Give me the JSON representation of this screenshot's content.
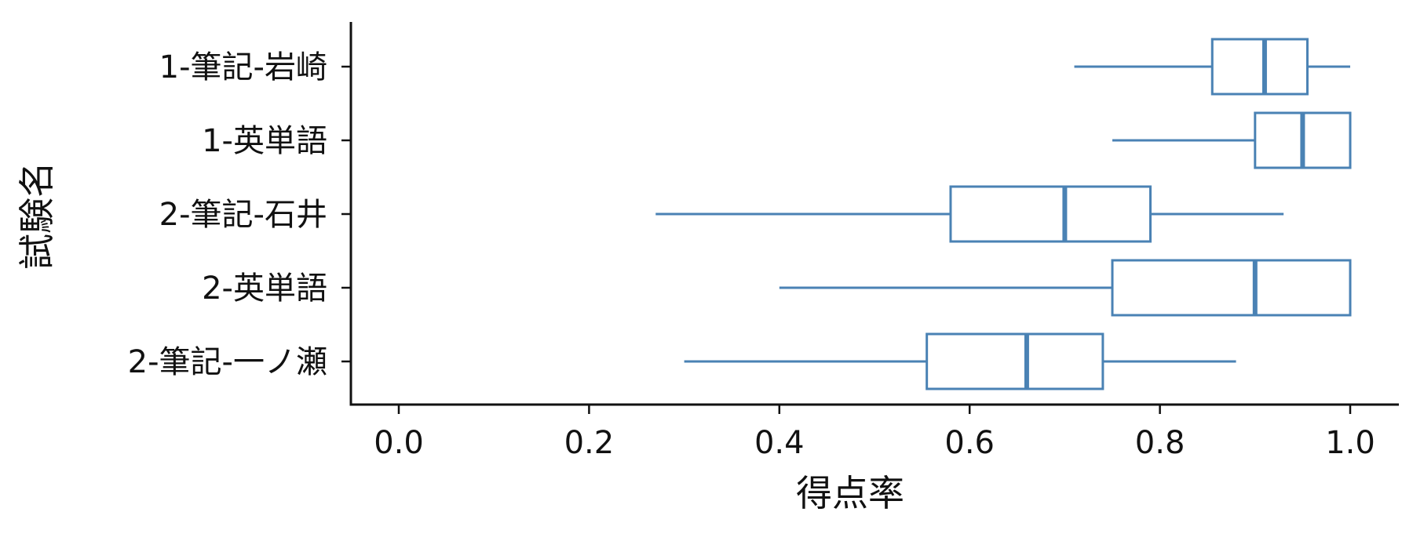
{
  "chart_data": {
    "type": "boxplot",
    "orientation": "horizontal",
    "xlabel": "得点率",
    "ylabel": "試験名",
    "xlim": [
      -0.05,
      1.05
    ],
    "xticks": [
      0.0,
      0.2,
      0.4,
      0.6,
      0.8,
      1.0
    ],
    "xtick_labels": [
      "0.0",
      "0.2",
      "0.4",
      "0.6",
      "0.8",
      "1.0"
    ],
    "grid": false,
    "color": "#4a82b4",
    "categories": [
      "1-筆記-岩崎",
      "1-英単語",
      "2-筆記-石井",
      "2-英単語",
      "2-筆記-一ノ瀬"
    ],
    "boxes": [
      {
        "label": "1-筆記-岩崎",
        "whisker_low": 0.71,
        "q1": 0.855,
        "median": 0.91,
        "q3": 0.955,
        "whisker_high": 1.0
      },
      {
        "label": "1-英単語",
        "whisker_low": 0.75,
        "q1": 0.9,
        "median": 0.95,
        "q3": 1.0,
        "whisker_high": 1.0
      },
      {
        "label": "2-筆記-石井",
        "whisker_low": 0.27,
        "q1": 0.58,
        "median": 0.7,
        "q3": 0.79,
        "whisker_high": 0.93
      },
      {
        "label": "2-英単語",
        "whisker_low": 0.4,
        "q1": 0.75,
        "median": 0.9,
        "q3": 1.0,
        "whisker_high": 1.0
      },
      {
        "label": "2-筆記-一ノ瀬",
        "whisker_low": 0.3,
        "q1": 0.555,
        "median": 0.66,
        "q3": 0.74,
        "whisker_high": 0.88
      }
    ]
  }
}
